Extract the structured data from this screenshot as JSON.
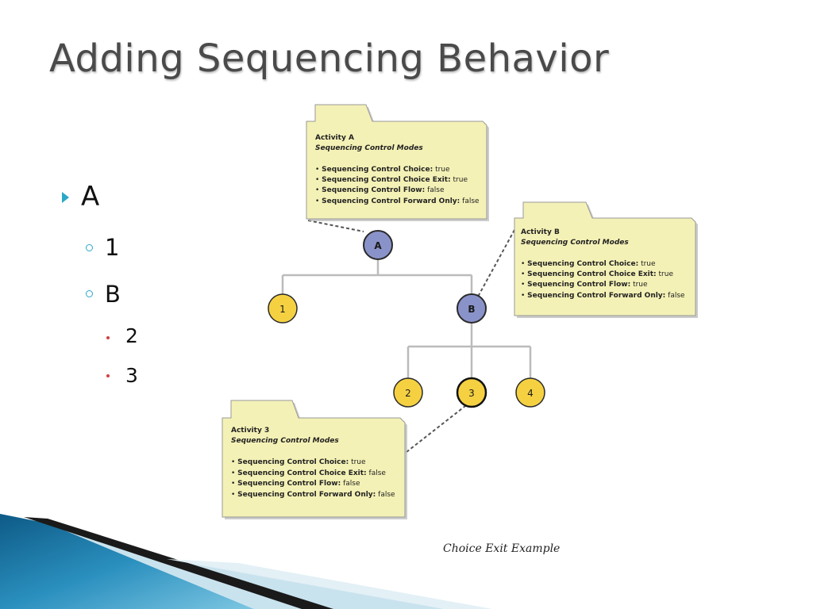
{
  "slide": {
    "title": "Adding Sequencing Behavior"
  },
  "outline": [
    {
      "text": "A",
      "level": 1
    },
    {
      "text": "1",
      "level": 2
    },
    {
      "text": "B",
      "level": 2
    },
    {
      "text": "2",
      "level": 3
    },
    {
      "text": "3",
      "level": 3
    }
  ],
  "diagram": {
    "nodes": [
      "A",
      "1",
      "B",
      "2",
      "3",
      "4"
    ],
    "folders": [
      {
        "title": "Activity A",
        "subtitle": "Sequencing Control Modes",
        "rows": [
          {
            "label": "Sequencing Control Choice:",
            "value": "true"
          },
          {
            "label": "Sequencing Control Choice Exit:",
            "value": "true"
          },
          {
            "label": "Sequencing Control Flow:",
            "value": "false"
          },
          {
            "label": "Sequencing Control Forward Only:",
            "value": "false"
          }
        ]
      },
      {
        "title": "Activity B",
        "subtitle": "Sequencing Control Modes",
        "rows": [
          {
            "label": "Sequencing Control Choice:",
            "value": "true"
          },
          {
            "label": "Sequencing Control Choice Exit:",
            "value": "true"
          },
          {
            "label": "Sequencing Control Flow:",
            "value": "true"
          },
          {
            "label": "Sequencing Control Forward Only:",
            "value": "false"
          }
        ]
      },
      {
        "title": "Activity 3",
        "subtitle": "Sequencing Control Modes",
        "rows": [
          {
            "label": "Sequencing Control Choice:",
            "value": "true"
          },
          {
            "label": "Sequencing Control Choice Exit:",
            "value": "false"
          },
          {
            "label": "Sequencing Control Flow:",
            "value": "false"
          },
          {
            "label": "Sequencing Control Forward Only:",
            "value": "false"
          }
        ]
      }
    ],
    "caption": "Choice Exit Example"
  },
  "colors": {
    "folder_fill": "#f4f1b6",
    "node_blue": "#8a93c9",
    "node_yellow": "#f5d142",
    "accent_teal": "#2aa8c8",
    "sub_bullet_red": "#d04040",
    "deco_blue": "#1f78a8"
  }
}
